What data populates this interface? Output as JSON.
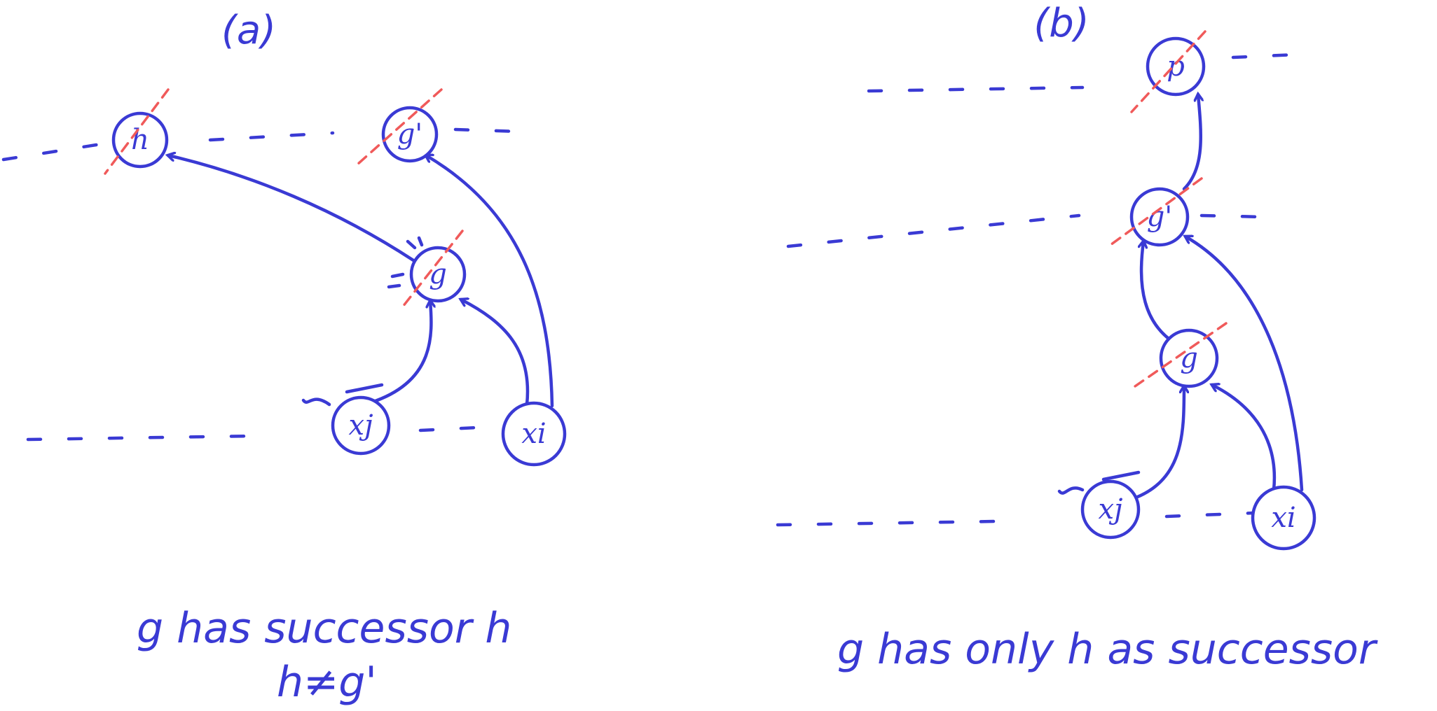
{
  "panel_a": {
    "tag": "(a)",
    "nodes": {
      "h": "h",
      "g_prime": "g'",
      "g": "g",
      "xj": "xj",
      "xi": "xi"
    },
    "caption_line1": "g has successor h",
    "caption_line2": "h≠g'"
  },
  "panel_b": {
    "tag": "(b)",
    "nodes": {
      "p": "p",
      "g_prime": "g'",
      "g": "g",
      "xj": "xj",
      "xi": "xi"
    },
    "caption": "g has only h as successor"
  },
  "colors": {
    "ink": "#3a3ad4",
    "strike": "#f05a5a",
    "background": "#ffffff"
  }
}
